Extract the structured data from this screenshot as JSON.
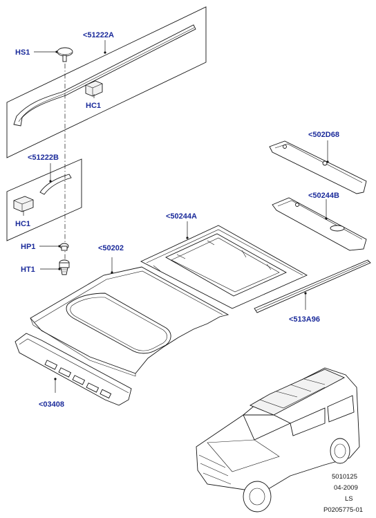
{
  "labels": {
    "p51222A": "<51222A",
    "hs1": "HS1",
    "hc1_upper": "HC1",
    "p51222B": "<51222B",
    "hc1_lower": "HC1",
    "hp1": "HP1",
    "ht1": "HT1",
    "p50202": "<50202",
    "p50244A": "<50244A",
    "p502D68": "<502D68",
    "p50244B": "<50244B",
    "p513A96": "<513A96",
    "p03408": "<03408"
  },
  "footer": {
    "code1": "5010125",
    "date": "04-2009",
    "model": "LS",
    "ref": "P0205775-01"
  },
  "colors": {
    "callout": "#1a2a9a",
    "line": "#111111"
  }
}
